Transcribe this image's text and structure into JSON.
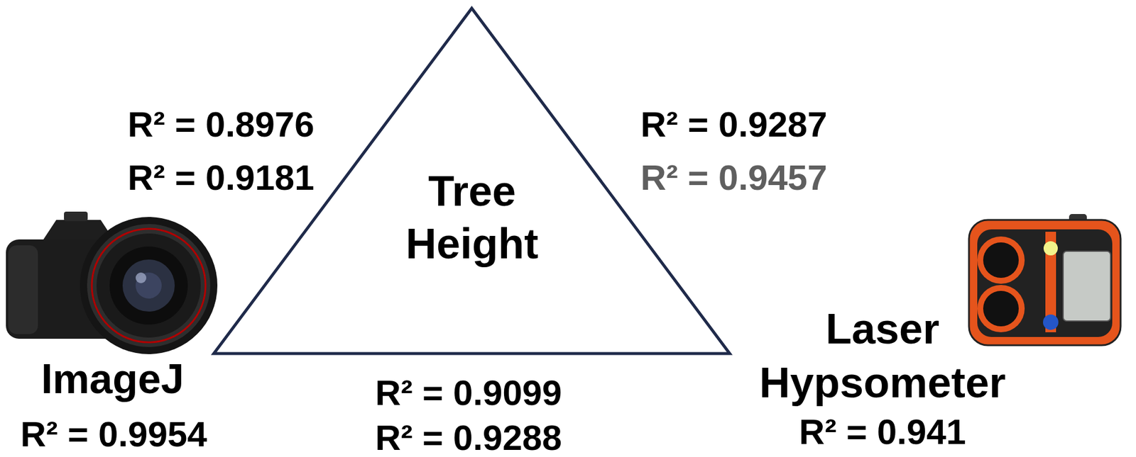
{
  "diagram": {
    "nodes": [
      {
        "text": [
          "Tree Height"
        ]
      }
    ],
    "labels": [
      "R² = 0.8976",
      "R² = 0.9181",
      "R² = 0.9287",
      "R² = 0.9457",
      "ImageJ",
      "R² = 0.9954",
      "R² = 0.9099",
      "R² = 0.9288",
      "Laser Hypsometer",
      "R² = 0.941"
    ]
  }
}
